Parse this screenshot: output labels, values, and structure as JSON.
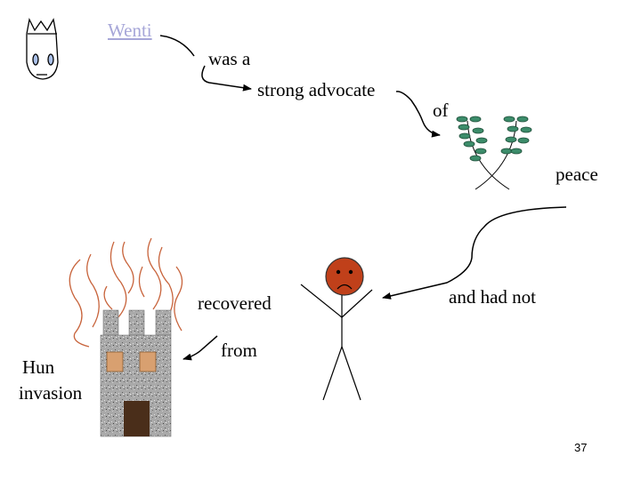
{
  "slide": {
    "page_number": "37",
    "words": {
      "wenti": "Wenti",
      "was_a": "was a",
      "strong_advocate": "strong advocate",
      "of": "of",
      "peace": "peace",
      "and_had_not": "and had not",
      "recovered": "recovered",
      "from": "from",
      "hun": "Hun",
      "invasion": "invasion"
    }
  },
  "colors": {
    "link": "#a6a6d8",
    "leaf": "#3c8c6a",
    "flame": "#c8643c",
    "face": "#c0401a",
    "stone": "#a8a8a8",
    "door": "#4a2e1a",
    "window": "#d8a070"
  },
  "icons": {
    "emperor": "crowned-face-icon",
    "olive_branches": "olive-branch-icon",
    "sad_person": "sad-stick-figure-icon",
    "burning_castle": "burning-castle-icon"
  }
}
